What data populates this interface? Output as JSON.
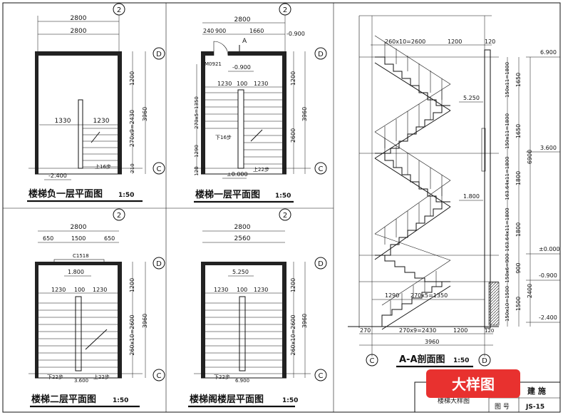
{
  "views": {
    "p1": {
      "title": "楼梯负一层平面图",
      "scale": "1:50",
      "axis_top": "2",
      "axis_d": "D",
      "axis_c": "C",
      "top_dims": [
        "2800",
        "2800"
      ],
      "mid_dims": [
        "1330",
        "1230"
      ],
      "right_dims": [
        "1200",
        "270x9=2430",
        "210",
        "3960"
      ],
      "elev": "-2.400",
      "step_label": "上16步"
    },
    "p2": {
      "title": "楼梯一层平面图",
      "scale": "1:50",
      "axis_top": "2",
      "axis_d": "D",
      "axis_c": "C",
      "top_dims": [
        "2800",
        "240",
        "900",
        "1660"
      ],
      "section_mark": "A",
      "door": "M0921",
      "elevs": [
        "-0.900",
        "-0.900",
        "±0.000"
      ],
      "mid_dims": [
        "1230",
        "100",
        "1230"
      ],
      "left_dims": [
        "270x5=1350",
        "1290",
        "120"
      ],
      "right_dims": [
        "1200",
        "2600",
        "3960"
      ],
      "steps": [
        "下16步",
        "上22步"
      ]
    },
    "p3": {
      "title": "楼梯二层平面图",
      "scale": "1:50",
      "axis_top": "2",
      "axis_d": "D",
      "axis_c": "C",
      "top_dims": [
        "2800",
        "650",
        "1500",
        "650"
      ],
      "window": "C1518",
      "elev": "1.800",
      "mid_dims": [
        "1230",
        "100",
        "1230"
      ],
      "right_dims": [
        "1200",
        "260x10=2600",
        "3960"
      ],
      "bottom": [
        "下22步",
        "3.600",
        "上22步"
      ]
    },
    "p4": {
      "title": "楼梯阁楼层平面图",
      "scale": "1:50",
      "axis_top": "2",
      "axis_d": "D",
      "axis_c": "C",
      "top_dims": [
        "2800",
        "2560"
      ],
      "elev": "5.250",
      "mid_dims": [
        "1230",
        "100",
        "1230"
      ],
      "right_dims": [
        "1200",
        "260x10=2600",
        "3960"
      ],
      "bottom": [
        "下22步",
        "6.900"
      ]
    },
    "section": {
      "title": "A-A剖面图",
      "scale": "1:50",
      "axis_c": "C",
      "axis_d": "D",
      "top_dims": [
        "260x10=2600",
        "1200",
        "120"
      ],
      "bottom_dims": [
        "270",
        "270x9=2430",
        "1200",
        "120",
        "3960"
      ],
      "left_dims": [
        "1290",
        "270x5=1350"
      ],
      "landing_elevs": [
        "5.250",
        "1.800"
      ],
      "right_elevs": [
        "6.900",
        "3.600",
        "±0.000",
        "-0.900",
        "-2.400"
      ],
      "right_dims_inner": [
        "1650",
        "1650",
        "1800",
        "1800",
        "900",
        "1500"
      ],
      "right_dims_flights": [
        "150x11=1800",
        "150x11=1800",
        "163.64x11=1800",
        "163.64x11=1800",
        "150x6=900",
        "150x10=1500"
      ],
      "right_dims_outer": [
        "6900",
        "2400"
      ]
    }
  },
  "title_block": {
    "badge": "大样图",
    "badge_color": "#e8312f",
    "discipline": "建 施",
    "drawing_name": "楼梯大样图",
    "no_label": "图 号",
    "no_value": "JS-15"
  }
}
